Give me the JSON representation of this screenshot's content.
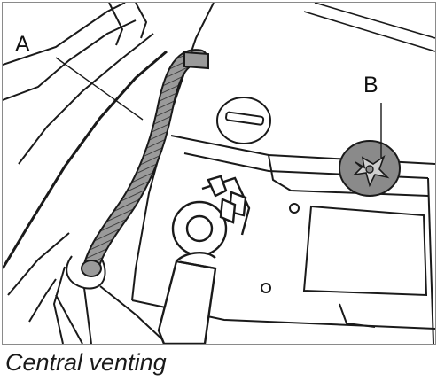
{
  "figure": {
    "caption": "Central venting",
    "labels": {
      "a": "A",
      "b": "B"
    },
    "colors": {
      "line": "#1a1a1a",
      "hose": "#8f8f8f",
      "plug": "#8a8a8a",
      "background": "#ffffff"
    }
  }
}
